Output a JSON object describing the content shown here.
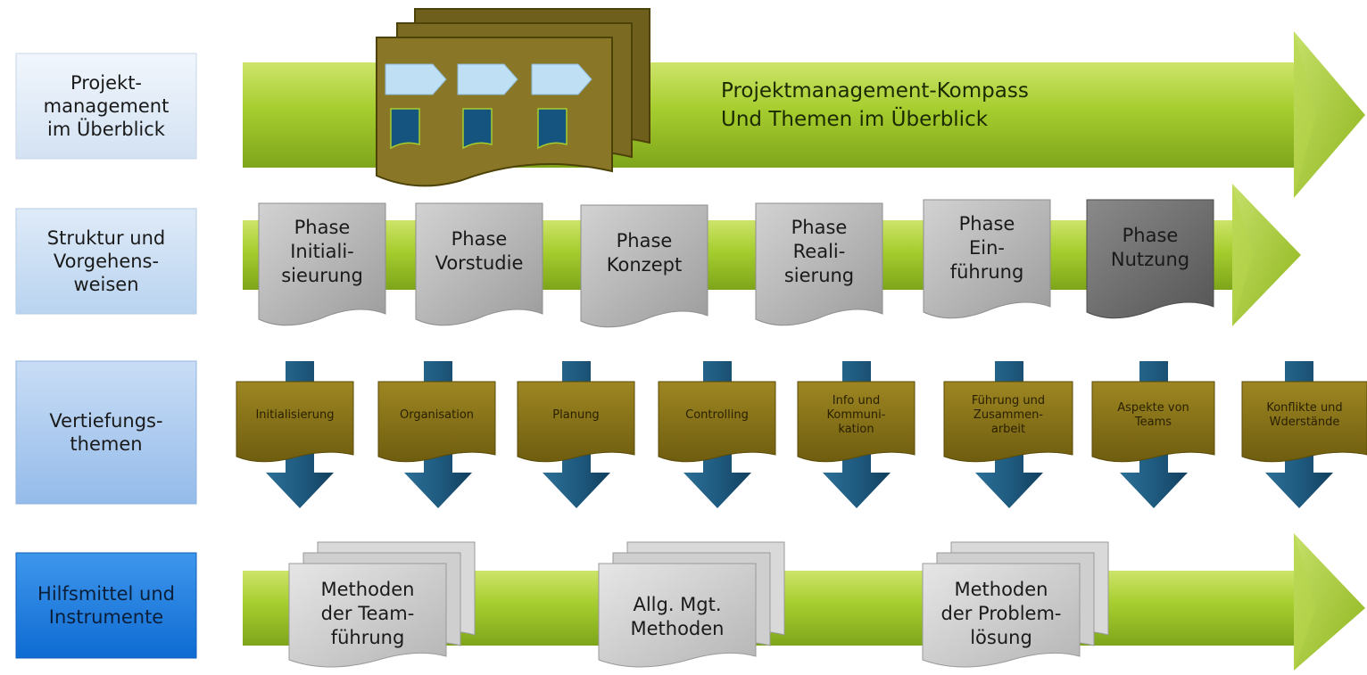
{
  "rows": {
    "overview": {
      "label": "Projekt-\nmanagement\nim Überblick",
      "color": "#dde8f5"
    },
    "structure": {
      "label": "Struktur und\nVorgehens-\nweisen",
      "color": "#c7dcf3"
    },
    "topics": {
      "label": "Vertiefungs-\nthemen",
      "color": "#a9c9ee"
    },
    "tools": {
      "label": "Hilfsmittel und\nInstrumente",
      "color": "#1f7fe0"
    }
  },
  "overview_title": {
    "line1": "Projektmanagement-Kompass",
    "line2": "Und Themen im Überblick"
  },
  "phases": [
    {
      "label": "Phase\nInitiali-\nsieurung",
      "active": false
    },
    {
      "label": "Phase\nVorstudie",
      "active": false
    },
    {
      "label": "Phase\nKonzept",
      "active": false
    },
    {
      "label": "Phase\nReali-\nsierung",
      "active": false
    },
    {
      "label": "Phase\nEin-\nführung",
      "active": false
    },
    {
      "label": "Phase\nNutzung",
      "active": true
    }
  ],
  "topics": [
    "Initialisierung",
    "Organisation",
    "Planung",
    "Controlling",
    "Info und\nKommuni-\nkation",
    "Führung und\nZusammen-\narbeit",
    "Aspekte von\nTeams",
    "Konflikte und\nWderstände"
  ],
  "tools": [
    "Methoden\nder Team-\nführung",
    "Allg. Mgt.\nMethoden",
    "Methoden\nder Problem-\nlösung"
  ],
  "colors": {
    "arrow": "#a4cc2c",
    "phase_doc": "#b4b4b4",
    "phase_doc_active": "#6f6f6f",
    "topic_doc": "#8a7516",
    "down_arrow": "#1e5a7e",
    "tool_doc": "#c9c9c9",
    "stack": "#7a6a20",
    "stack_chevron": "#b7dcf2",
    "stack_page": "#1b5b86"
  }
}
